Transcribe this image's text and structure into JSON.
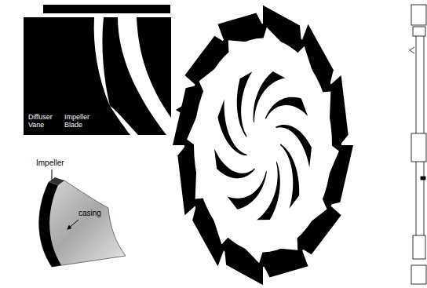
{
  "diagram": {
    "labels": [
      "Diffuser Vane",
      "Impeller Blade",
      "Impeller",
      "casing"
    ]
  }
}
